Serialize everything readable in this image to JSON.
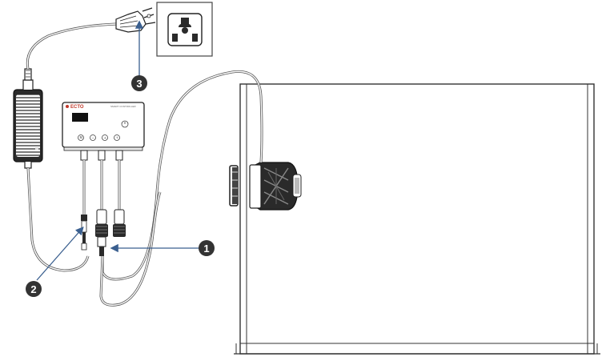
{
  "controller": {
    "brand": "ECTO",
    "model_text": "SMART CONTROLLER",
    "buttons": [
      "M",
      "−",
      "+",
      "↑"
    ]
  },
  "callouts": [
    {
      "id": "1",
      "label": "1"
    },
    {
      "id": "2",
      "label": "2"
    },
    {
      "id": "3",
      "label": "3"
    }
  ],
  "colors": {
    "stroke": "#333333",
    "arrow": "#3a5f8f",
    "badge": "#333333"
  }
}
